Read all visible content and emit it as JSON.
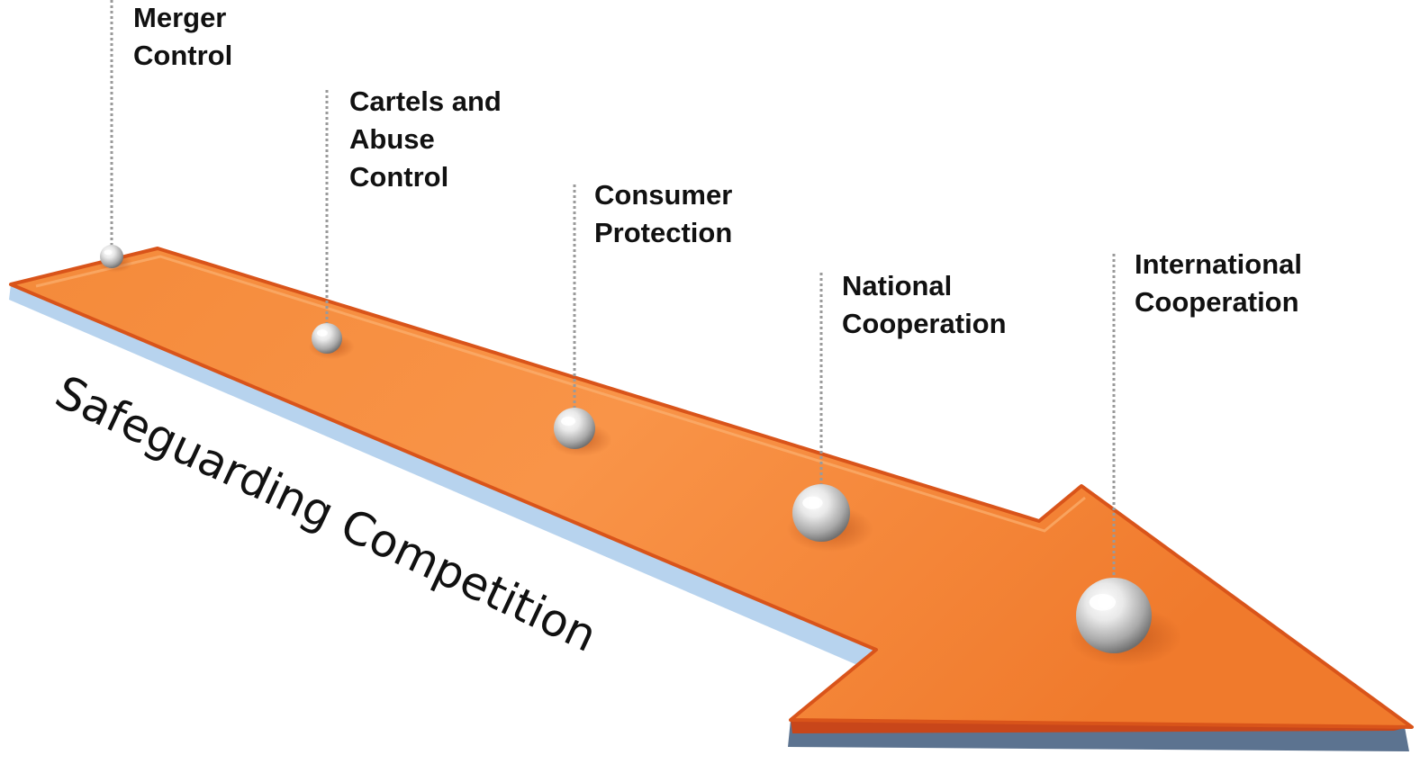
{
  "title": "Safeguarding Competition",
  "colors": {
    "arrow_top": "#f7913d",
    "arrow_edge": "#d9541a",
    "arrow_side": "#b7d3ee",
    "arrow_base": "#5c7390",
    "connector": "#9a9a9a",
    "text": "#111111"
  },
  "milestones": [
    {
      "label_lines": [
        "Merger",
        "Control"
      ]
    },
    {
      "label_lines": [
        "Cartels and",
        "Abuse",
        "Control"
      ]
    },
    {
      "label_lines": [
        "Consumer",
        "Protection"
      ]
    },
    {
      "label_lines": [
        "National",
        "Cooperation"
      ]
    },
    {
      "label_lines": [
        "International",
        "Cooperation"
      ]
    }
  ]
}
